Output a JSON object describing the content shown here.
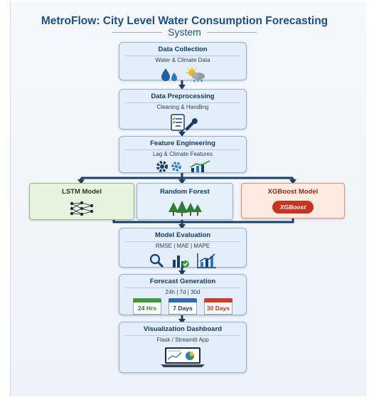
{
  "header": {
    "title": "MetroFlow: City Level Water Consumption Forecasting",
    "subtitle": "System"
  },
  "steps": {
    "collection": {
      "title": "Data Collection",
      "subtitle": "Water & Climate Data",
      "icons": [
        "water-drops-icon",
        "sun-cloud-icon"
      ]
    },
    "preprocessing": {
      "title": "Data Preprocessing",
      "subtitle": "Cleaning & Handling",
      "icons": [
        "checklist-wrench-icon"
      ]
    },
    "features": {
      "title": "Feature Engineering",
      "subtitle": "Lag & Climate Features",
      "icons": [
        "gears-icon",
        "trend-chart-icon"
      ]
    },
    "evaluation": {
      "title": "Model Evaluation",
      "subtitle": "RMSE | MAE | MAPE",
      "icons": [
        "magnifier-icon",
        "bar-check-icon",
        "growth-chart-icon"
      ]
    },
    "forecast": {
      "title": "Forecast Generation",
      "subtitle": "24h | 7d | 30d",
      "calendars": [
        "24 Hrs",
        "7 Days",
        "30 Days"
      ]
    },
    "dashboard": {
      "title": "Visualization Dashboard",
      "subtitle": "Flask / Streamlit App",
      "icons": [
        "laptop-dashboard-icon"
      ]
    }
  },
  "models": [
    {
      "title": "LSTM Model",
      "icon": "neural-network-icon"
    },
    {
      "title": "Random Forest",
      "icon": "trees-icon"
    },
    {
      "title": "XGBoost Model",
      "icon": "xgboost-logo",
      "logo_text": "XGBoost"
    }
  ],
  "colors": {
    "title": "#1d4f86",
    "box_fill": "#e3eefa",
    "box_border": "#8fb2d6",
    "arrow": "#1b3e69",
    "lstm_fill": "#e8f3df",
    "xgboost_fill": "#fdebe2",
    "xgboost_accent": "#c73522",
    "calendar_green": "#3f9a3a",
    "calendar_blue": "#2f6db3",
    "calendar_red": "#d23a2a"
  }
}
